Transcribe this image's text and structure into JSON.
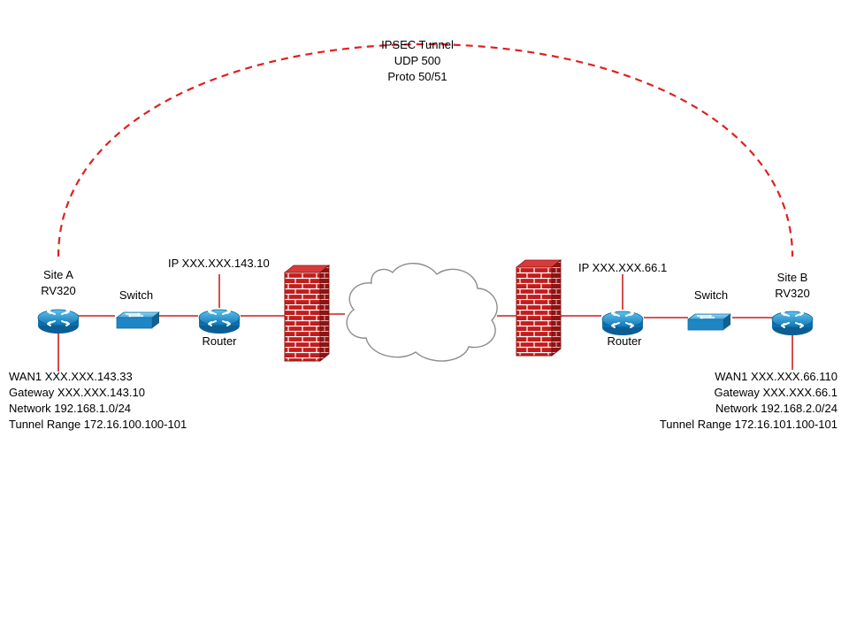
{
  "tunnel": {
    "lines": [
      "IPSEC Tunnel",
      "UDP 500",
      "Proto 50/51"
    ],
    "color": "#e02020"
  },
  "link_color": "#cc1f1f",
  "site_a": {
    "name": "Site A",
    "model": "RV320",
    "switch_label": "Switch",
    "router_label": "Router",
    "router_ip": "IP XXX.XXX.143.10",
    "details": [
      "WAN1  XXX.XXX.143.33",
      "Gateway XXX.XXX.143.10",
      "Network  192.168.1.0/24",
      "Tunnel Range 172.16.100.100-101"
    ]
  },
  "site_b": {
    "name": "Site B",
    "model": "RV320",
    "switch_label": "Switch",
    "router_label": "Router",
    "router_ip": "IP XXX.XXX.66.1",
    "details": [
      "WAN1  XXX.XXX.66.110",
      "Gateway XXX.XXX.66.1",
      "Network  192.168.2.0/24",
      "Tunnel Range 172.16.101.100-101"
    ]
  },
  "icons": {
    "router": "router-icon",
    "switch": "switch-icon",
    "firewall": "firewall-icon",
    "cloud": "cloud-icon",
    "router_color": "#1a8fc9",
    "firewall_color": "#b01818"
  }
}
